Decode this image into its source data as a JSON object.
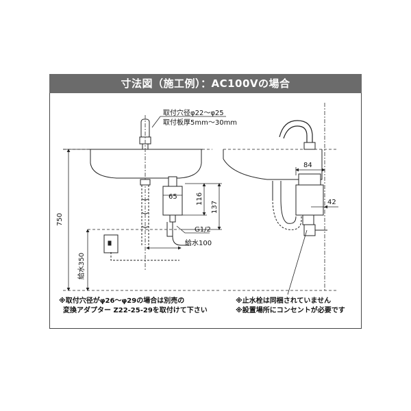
{
  "title": "寸法図（施工例）：AC100Vの場合",
  "left_view": {
    "hole_label": "取付穴径φ22～φ25",
    "thickness_label": "取付板厚5mm～30mm",
    "dim_750": "750",
    "dim_65": "65",
    "dim_116": "116",
    "dim_137": "137",
    "dim_g12": "G1/2",
    "dim_supply100": "給水100",
    "dim_supply350": "給水350"
  },
  "right_view": {
    "dim_84": "84",
    "dim_42": "42"
  },
  "notes": {
    "left_line1": "※取付穴径がφ26～φ29の場合は別売の",
    "left_line2": "変換アダプター Z22-25-29を取付けて下さい",
    "right_line1": "※止水栓は同梱されていません",
    "right_line2": "※設置場所にコンセントが必要です"
  },
  "colors": {
    "title_bg": "#6b6b6b",
    "line": "#222222",
    "dash": "#555555"
  }
}
